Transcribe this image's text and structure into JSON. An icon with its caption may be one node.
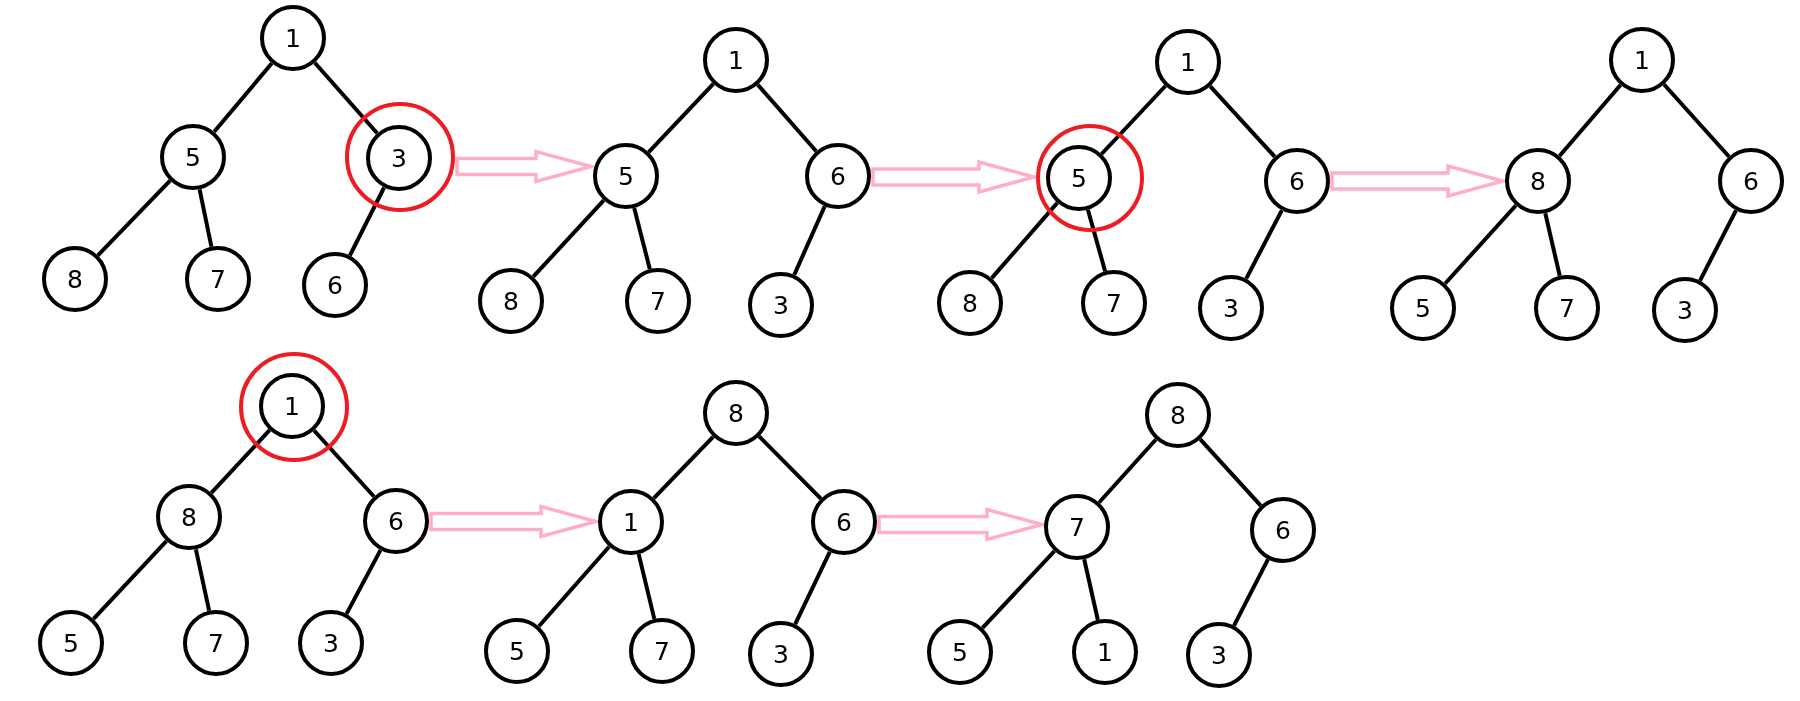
{
  "diagram": {
    "nodes": [
      {
        "text": [
          "1"
        ]
      },
      {
        "text": [
          "5"
        ]
      },
      {
        "text": [],
        "shape": "circle"
      },
      {
        "text": [
          "3"
        ],
        "in": 2
      },
      {
        "text": [
          "8"
        ]
      },
      {
        "text": [
          "7"
        ]
      },
      {
        "text": [
          "6"
        ]
      },
      {
        "text": [
          "1"
        ]
      },
      {
        "text": [
          "5"
        ]
      },
      {
        "text": [
          "6"
        ]
      },
      {
        "text": [
          "8"
        ]
      },
      {
        "text": [
          "7"
        ]
      },
      {
        "text": [
          "3"
        ]
      },
      {
        "text": [
          "1"
        ]
      },
      {
        "text": [],
        "shape": "circle"
      },
      {
        "text": [
          "5"
        ],
        "in": 14
      },
      {
        "text": [
          "6"
        ]
      },
      {
        "text": [
          "8"
        ]
      },
      {
        "text": [
          "7"
        ]
      },
      {
        "text": [
          "3"
        ]
      },
      {
        "text": [
          "1"
        ]
      },
      {
        "text": [
          "8"
        ]
      },
      {
        "text": [
          "6"
        ]
      },
      {
        "text": [
          "5"
        ]
      },
      {
        "text": [
          "7"
        ]
      },
      {
        "text": [
          "3"
        ]
      },
      {
        "text": [],
        "shape": "circle"
      },
      {
        "text": [
          "1"
        ],
        "in": 26
      },
      {
        "text": [
          "8"
        ]
      },
      {
        "text": [
          "6"
        ]
      },
      {
        "text": [
          "5"
        ]
      },
      {
        "text": [
          "7"
        ]
      },
      {
        "text": [
          "3"
        ]
      },
      {
        "text": [
          "8"
        ]
      },
      {
        "text": [
          "1"
        ]
      },
      {
        "text": [
          "6"
        ]
      },
      {
        "text": [
          "5"
        ]
      },
      {
        "text": [
          "7"
        ]
      },
      {
        "text": [
          "3"
        ]
      },
      {
        "text": [
          "8"
        ]
      },
      {
        "text": [
          "7"
        ]
      },
      {
        "text": [
          "6"
        ]
      },
      {
        "text": [
          "5"
        ]
      },
      {
        "text": [
          "1"
        ]
      },
      {
        "text": [
          "3"
        ]
      }
    ],
    "edges": [
      {
        "from": 0,
        "to": 1,
        "arrow": "none"
      },
      {
        "from": 0,
        "to": 3,
        "arrow": "none"
      },
      {
        "from": 1,
        "to": 4,
        "arrow": "none"
      },
      {
        "from": 1,
        "to": 5,
        "arrow": "none"
      },
      {
        "from": 3,
        "to": 6,
        "arrow": "none"
      },
      {
        "from": 2,
        "to": 8,
        "arrow": "to",
        "color": "#ffaec9"
      },
      {
        "from": 7,
        "to": 8,
        "arrow": "none"
      },
      {
        "from": 7,
        "to": 9,
        "arrow": "none"
      },
      {
        "from": 8,
        "to": 10,
        "arrow": "none"
      },
      {
        "from": 8,
        "to": 11,
        "arrow": "none"
      },
      {
        "from": 9,
        "to": 12,
        "arrow": "none"
      },
      {
        "from": 9,
        "to": 14,
        "arrow": "to",
        "color": "#ffaec9"
      },
      {
        "from": 13,
        "to": 15,
        "arrow": "none"
      },
      {
        "from": 13,
        "to": 16,
        "arrow": "none"
      },
      {
        "from": 15,
        "to": 17,
        "arrow": "none"
      },
      {
        "from": 15,
        "to": 18,
        "arrow": "none"
      },
      {
        "from": 16,
        "to": 19,
        "arrow": "none"
      },
      {
        "from": 16,
        "to": 21,
        "arrow": "to",
        "color": "#ffaec9"
      },
      {
        "from": 20,
        "to": 21,
        "arrow": "none"
      },
      {
        "from": 20,
        "to": 22,
        "arrow": "none"
      },
      {
        "from": 21,
        "to": 23,
        "arrow": "none"
      },
      {
        "from": 21,
        "to": 24,
        "arrow": "none"
      },
      {
        "from": 22,
        "to": 25,
        "arrow": "none"
      },
      {
        "from": 27,
        "to": 28,
        "arrow": "none"
      },
      {
        "from": 27,
        "to": 29,
        "arrow": "none"
      },
      {
        "from": 28,
        "to": 30,
        "arrow": "none"
      },
      {
        "from": 28,
        "to": 31,
        "arrow": "none"
      },
      {
        "from": 29,
        "to": 32,
        "arrow": "none"
      },
      {
        "from": 29,
        "to": 34,
        "arrow": "to",
        "color": "#ffaec9"
      },
      {
        "from": 33,
        "to": 34,
        "arrow": "none"
      },
      {
        "from": 33,
        "to": 35,
        "arrow": "none"
      },
      {
        "from": 34,
        "to": 36,
        "arrow": "none"
      },
      {
        "from": 34,
        "to": 37,
        "arrow": "none"
      },
      {
        "from": 35,
        "to": 38,
        "arrow": "none"
      },
      {
        "from": 35,
        "to": 40,
        "arrow": "to",
        "color": "#ffaec9"
      },
      {
        "from": 39,
        "to": 40,
        "arrow": "none"
      },
      {
        "from": 39,
        "to": 41,
        "arrow": "none"
      },
      {
        "from": 40,
        "to": 42,
        "arrow": "none"
      },
      {
        "from": 40,
        "to": 43,
        "arrow": "none"
      },
      {
        "from": 41,
        "to": 44,
        "arrow": "none"
      }
    ]
  }
}
